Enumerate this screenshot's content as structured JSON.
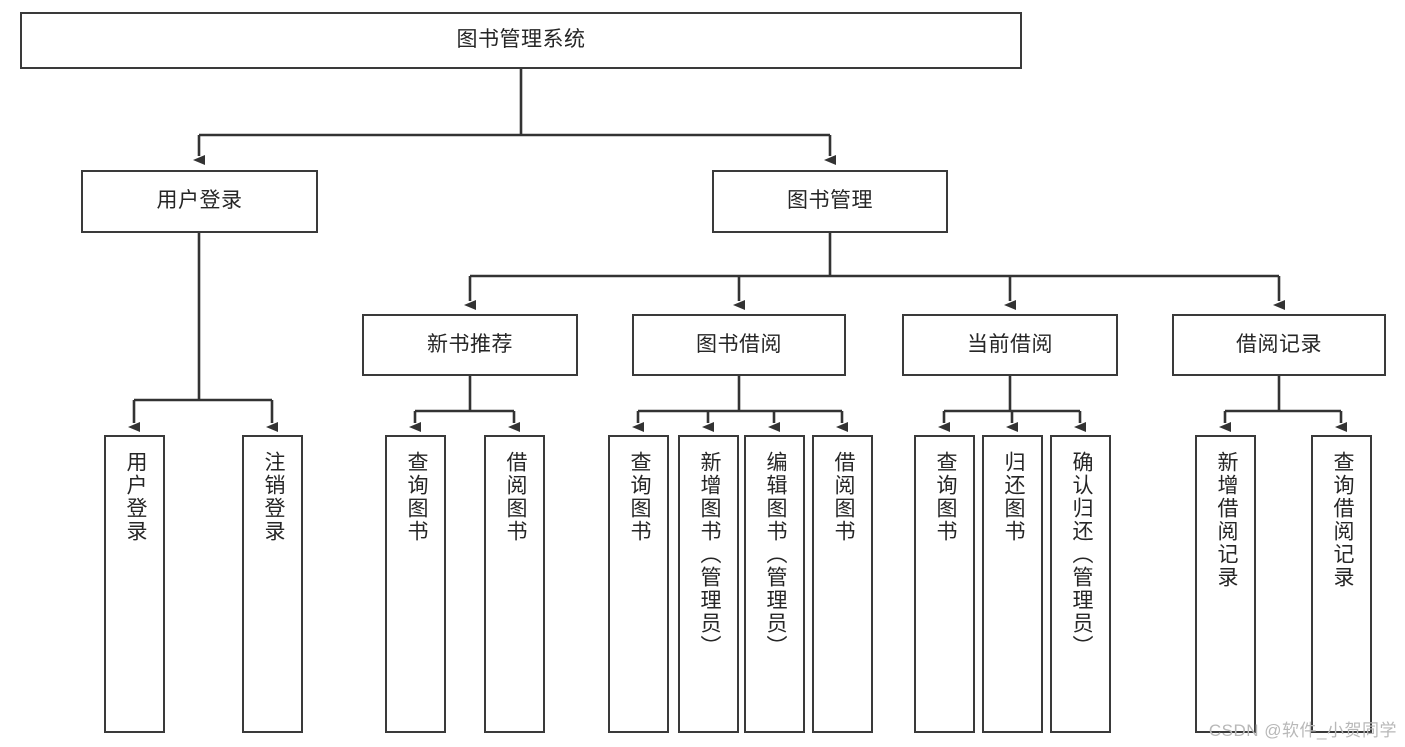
{
  "diagram": {
    "title": "图书管理系统",
    "type": "tree-hierarchy-diagram",
    "colors": {
      "box_border": "#3a3a3a",
      "box_fill": "#ffffff",
      "edge": "#333333",
      "text": "#262626",
      "watermark": "#b8b8b8",
      "background": "#ffffff"
    },
    "watermark": "CSDN @软件_小贺同学"
  },
  "nodes": {
    "root": {
      "label": "图书管理系统"
    },
    "level2": [
      {
        "label": "用户登录"
      },
      {
        "label": "图书管理"
      }
    ],
    "level3": [
      {
        "label": "新书推荐"
      },
      {
        "label": "图书借阅"
      },
      {
        "label": "当前借阅"
      },
      {
        "label": "借阅记录"
      }
    ],
    "leaves": {
      "user_login": [
        {
          "label": "用户登录"
        },
        {
          "label": "注销登录"
        }
      ],
      "new_book_recommend": [
        {
          "label": "查询图书"
        },
        {
          "label": "借阅图书"
        }
      ],
      "book_borrow": [
        {
          "label": "查询图书"
        },
        {
          "label": "新增图书（管理员）"
        },
        {
          "label": "编辑图书（管理员）"
        },
        {
          "label": "借阅图书"
        }
      ],
      "current_borrow": [
        {
          "label": "查询图书"
        },
        {
          "label": "归还图书"
        },
        {
          "label": "确认归还（管理员）"
        }
      ],
      "borrow_record": [
        {
          "label": "新增借阅记录"
        },
        {
          "label": "查询借阅记录"
        }
      ]
    }
  }
}
